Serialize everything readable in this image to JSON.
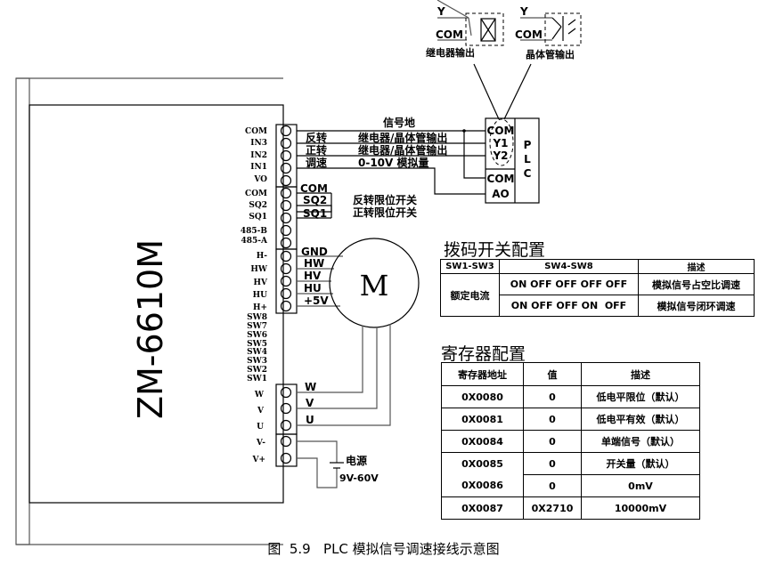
{
  "device_model": "ZM-6610M",
  "terminals": [
    "COM",
    "IN3",
    "IN2",
    "IN1",
    "VO",
    "COM",
    "SQ2",
    "SQ1",
    "485-B",
    "485-A",
    "H-",
    "HW",
    "HV",
    "HU",
    "H+",
    "SW8",
    "SW7",
    "SW6",
    "SW5",
    "SW4",
    "SW3",
    "SW2",
    "SW1",
    "W",
    "V",
    "U",
    "V-",
    "V+"
  ],
  "wires": {
    "signal_ground": "信号地",
    "reverse": "反转",
    "forward": "正转",
    "speed": "调速",
    "relay_out_1": "继电器/晶体管输出",
    "relay_out_2": "继电器/晶体管输出",
    "analog": "0-10V 模拟量",
    "com": "COM",
    "sq2": "SQ2",
    "sq1": "SQ1",
    "sq2_desc": "反转限位开关",
    "sq1_desc": "正转限位开关",
    "gnd": "GND",
    "hw": "HW",
    "hv": "HV",
    "hu": "HU",
    "p5v": "+5V",
    "w": "W",
    "v": "V",
    "u": "U",
    "power": "电源",
    "power_range": "9V-60V"
  },
  "motor_label": "M",
  "plc": {
    "label_p": "P",
    "label_l": "L",
    "label_c": "C",
    "com1": "COM",
    "y1": "Y1",
    "y2": "Y2",
    "com2": "COM",
    "ao": "AO"
  },
  "outputs": {
    "relay": {
      "y": "Y",
      "com": "COM",
      "label": "继电器输出"
    },
    "transistor": {
      "y": "Y",
      "com": "COM",
      "label": "晶体管输出"
    }
  },
  "dip_table": {
    "title": "拨码开关配置",
    "headers": [
      "SW1-SW3",
      "SW4-SW8",
      "描述"
    ],
    "group": "额定电流",
    "rows": [
      {
        "switches": "ON OFF OFF OFF OFF",
        "desc": "模拟信号占空比调速"
      },
      {
        "switches": "ON OFF OFF ON  OFF",
        "desc": "模拟信号闭环调速"
      }
    ]
  },
  "reg_table": {
    "title": "寄存器配置",
    "headers": [
      "寄存器地址",
      "值",
      "描述"
    ],
    "rows": [
      {
        "addr": "0X0080",
        "val": "0",
        "desc": "低电平限位（默认）"
      },
      {
        "addr": "0X0081",
        "val": "0",
        "desc": "低电平有效（默认）"
      },
      {
        "addr": "0X0084",
        "val": "0",
        "desc": "单端信号（默认）"
      },
      {
        "addr": "0X0085",
        "val": "0",
        "desc": "开关量（默认）"
      },
      {
        "addr": "0X0086",
        "val": "0",
        "desc": "0mV"
      },
      {
        "addr": "0X0087",
        "val": "0X2710",
        "desc": "10000mV"
      }
    ]
  },
  "caption": "图  5.9   PLC 模拟信号调速接线示意图"
}
